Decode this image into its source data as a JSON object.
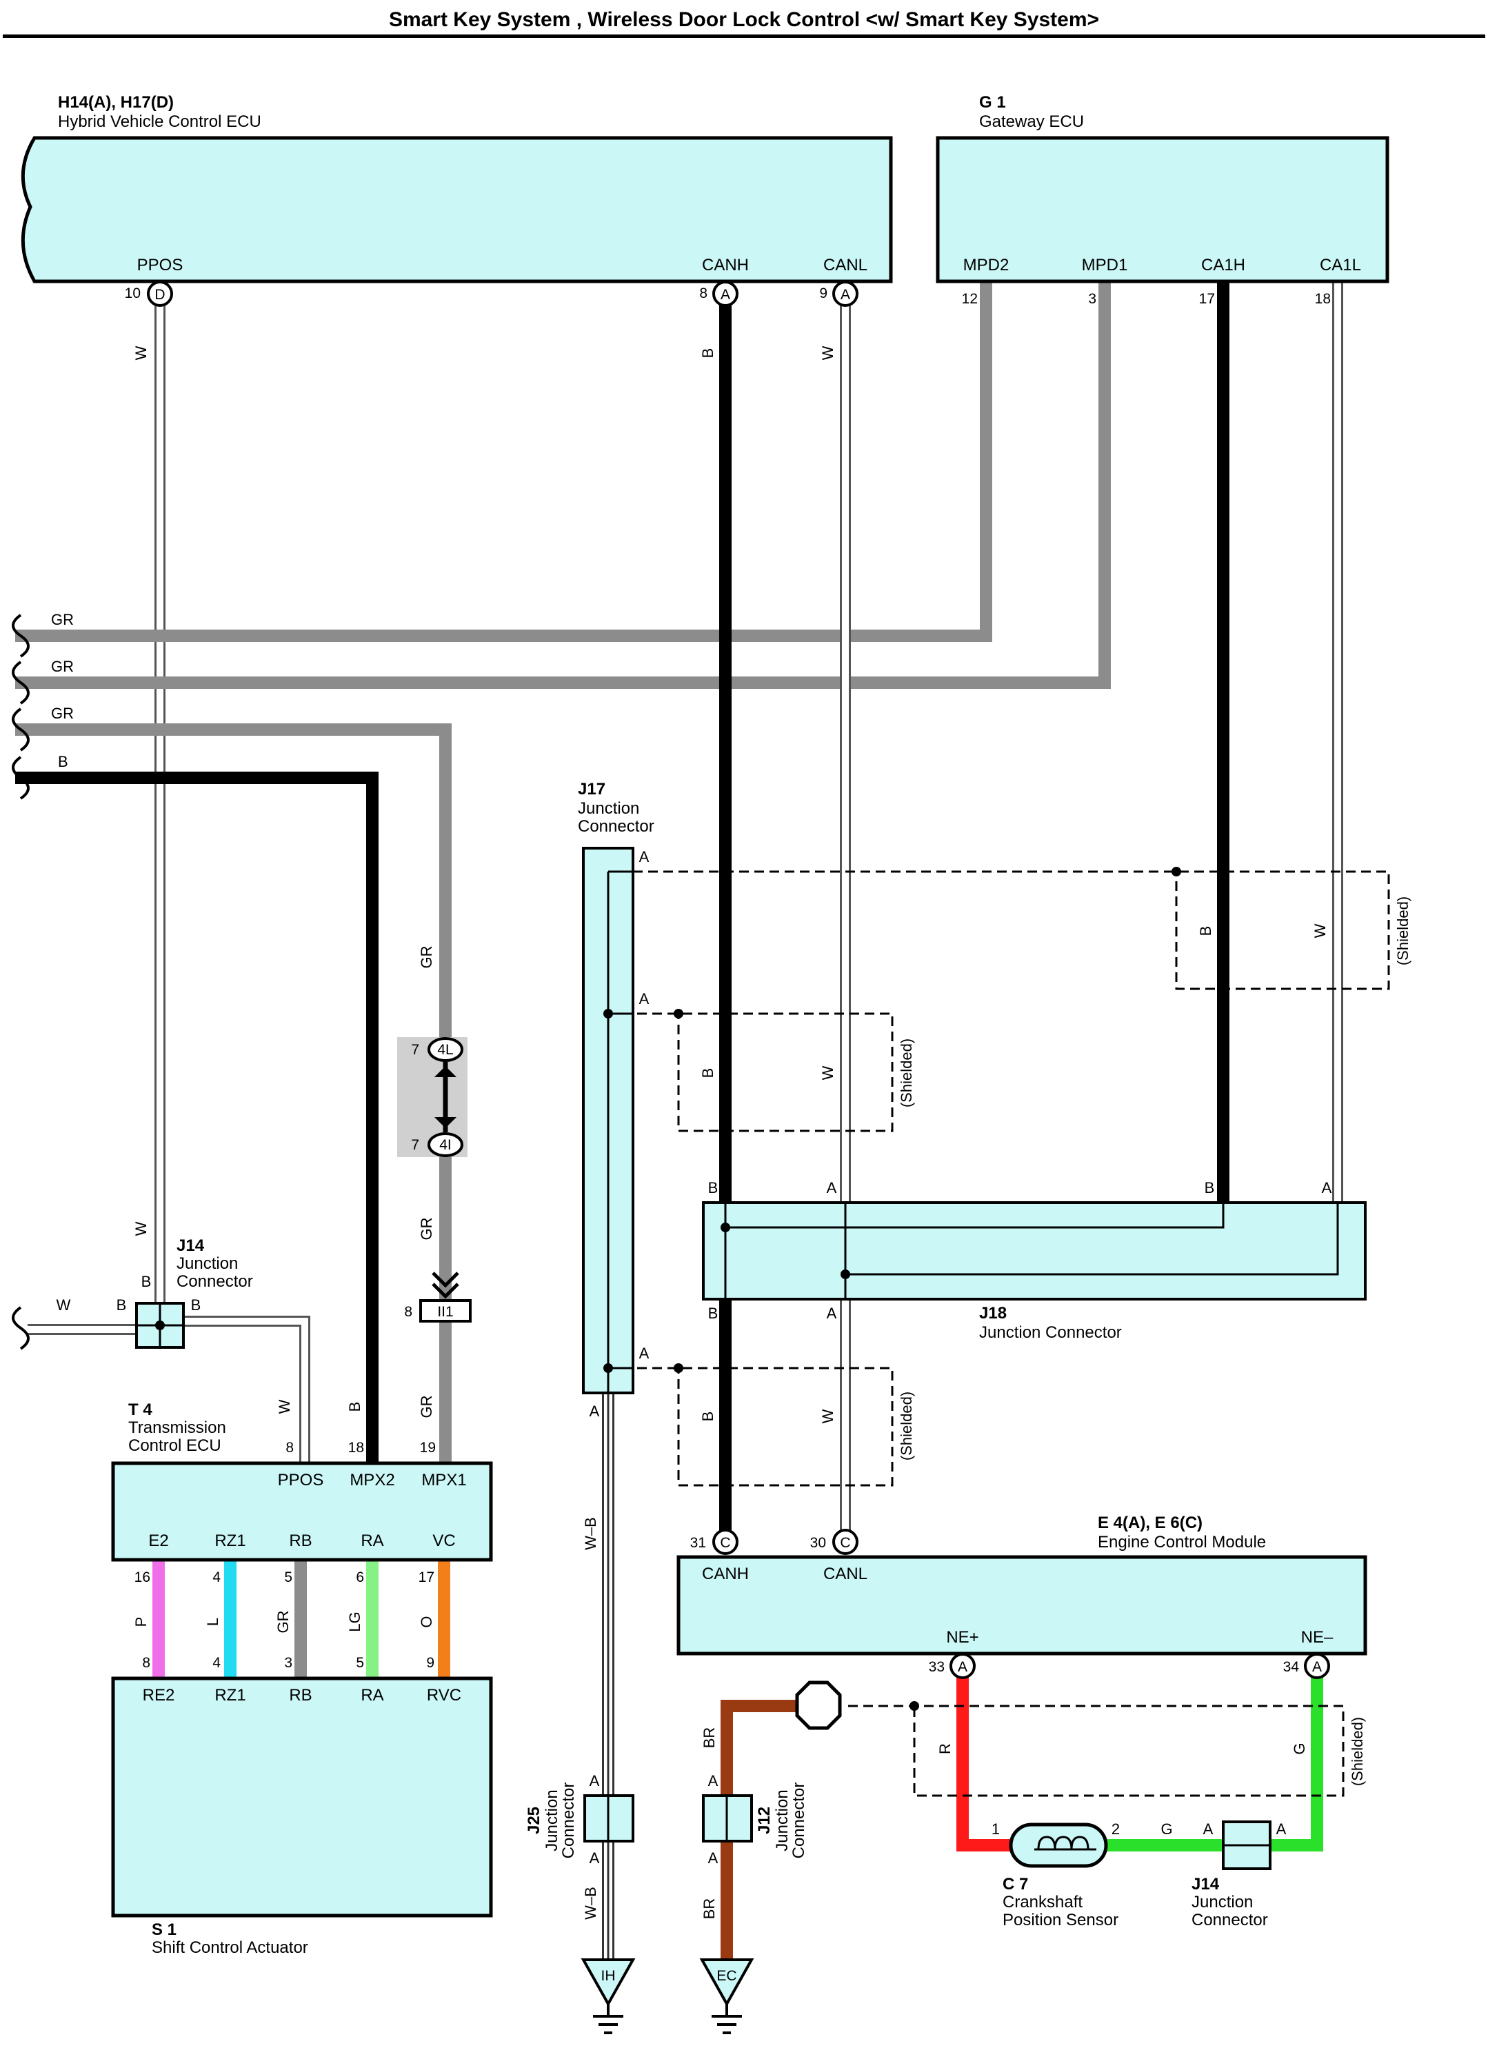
{
  "title": "Smart Key System , Wireless Door Lock Control <w/ Smart Key System>",
  "colors": {
    "panel_fill": "#ccf7f7",
    "wire_white": "#ffffff",
    "wire_gray": "#8c8c8c",
    "wire_black": "#000000",
    "wire_pink": "#f06fe8",
    "wire_blue": "#21dcf0",
    "wire_lightgreen": "#86f286",
    "wire_orange": "#f27f1a",
    "wire_red": "#ff1a1a",
    "wire_green": "#2be02b",
    "wire_brown": "#9a3a12"
  },
  "components": {
    "hv_ecu": {
      "code": "H14(A), H17(D)",
      "name": "Hybrid Vehicle Control ECU",
      "pins": [
        "PPOS",
        "CANH",
        "CANL"
      ],
      "pin_numbers": [
        "10",
        "8",
        "9"
      ],
      "connector_letters": [
        "D",
        "A",
        "A"
      ]
    },
    "gateway": {
      "code": "G 1",
      "name": "Gateway ECU",
      "pins": [
        "MPD2",
        "MPD1",
        "CA1H",
        "CA1L"
      ],
      "pin_numbers": [
        "12",
        "3",
        "17",
        "18"
      ]
    },
    "j17": {
      "code": "J17",
      "name_line1": "Junction",
      "name_line2": "Connector"
    },
    "j14_top": {
      "code": "J14",
      "name_line1": "Junction",
      "name_line2": "Connector"
    },
    "j18": {
      "code": "J18",
      "name": "Junction Connector"
    },
    "tcm": {
      "code": "T 4",
      "name_line1": "Transmission",
      "name_line2": "Control ECU",
      "top_pins": [
        "PPOS",
        "MPX2",
        "MPX1"
      ],
      "top_numbers": [
        "8",
        "18",
        "19"
      ],
      "bottom_pins": [
        "E2",
        "RZ1",
        "RB",
        "RA",
        "VC"
      ],
      "bottom_numbers": [
        "16",
        "4",
        "5",
        "6",
        "17"
      ]
    },
    "shift": {
      "code": "S 1",
      "name": "Shift Control Actuator",
      "pins": [
        "RE2",
        "RZ1",
        "RB",
        "RA",
        "RVC"
      ],
      "pin_numbers": [
        "8",
        "4",
        "3",
        "5",
        "9"
      ]
    },
    "ecm": {
      "code": "E 4(A), E 6(C)",
      "name": "Engine Control Module",
      "top_pins": [
        "CANH",
        "CANL"
      ],
      "top_numbers": [
        "31",
        "30"
      ],
      "connector_letter": "C",
      "bottom_pins": [
        "NE+",
        "NE–"
      ],
      "bottom_numbers": [
        "33",
        "34"
      ],
      "bottom_letter": "A"
    },
    "j25": {
      "code": "J25",
      "name_line1": "Junction",
      "name_line2": "Connector"
    },
    "j12": {
      "code": "J12",
      "name_line1": "Junction",
      "name_line2": "Connector"
    },
    "c7": {
      "code": "C 7",
      "name_line1": "Crankshaft",
      "name_line2": "Position Sensor",
      "pins": [
        "1",
        "2"
      ]
    },
    "j14_bottom": {
      "code": "J14",
      "name_line1": "Junction",
      "name_line2": "Connector"
    },
    "ground_ih": "IH",
    "ground_ec": "EC",
    "junction_ii1": {
      "pin": "8",
      "label": "II1"
    },
    "conn_4l": {
      "pin": "7",
      "label": "4L"
    },
    "conn_4i": {
      "pin": "7",
      "label": "4I"
    }
  },
  "wire_labels": {
    "W": "W",
    "B": "B",
    "GR": "GR",
    "P": "P",
    "L": "L",
    "LG": "LG",
    "O": "O",
    "R": "R",
    "G": "G",
    "BR": "BR",
    "WB": "W–B"
  },
  "pin_letters": {
    "A": "A",
    "B": "B"
  },
  "shielded": "(Shielded)"
}
